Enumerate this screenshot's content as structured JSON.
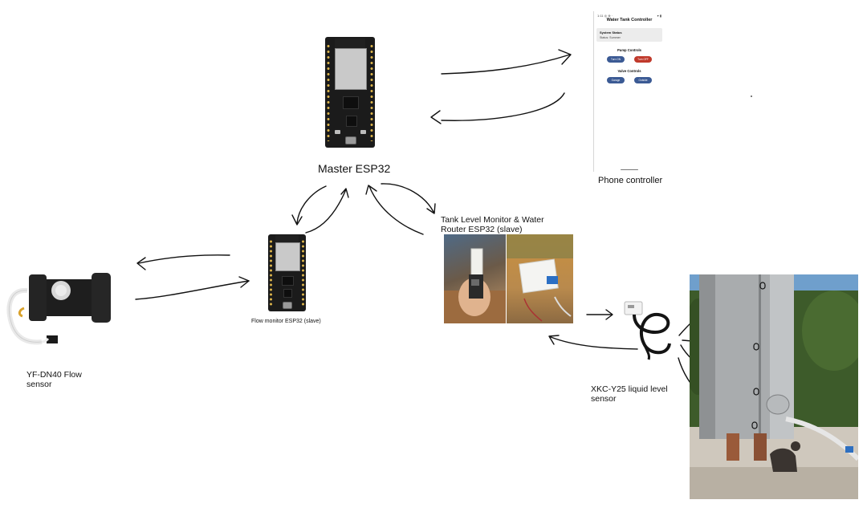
{
  "labels": {
    "master": "Master ESP32",
    "phone": "Phone controller",
    "tank_monitor_line1": "Tank Level Monitor & Water",
    "tank_monitor_line2": "Router ESP32 (slave)",
    "flow_monitor": "Flow monitor ESP32 (slave)",
    "flow_sensor_line1": "YF-DN40 Flow",
    "flow_sensor_line2": "sensor",
    "level_sensor_line1": "XKC-Y25 liquid level",
    "level_sensor_line2": "sensor"
  },
  "phone": {
    "status_left": "1:11 ◎ ⊕ ·",
    "status_right": "▾ ▮",
    "title": "Water Tank Controller",
    "system_status": "System Status",
    "status_line": "Status: Summer",
    "pump_controls": "Pump Controls",
    "turn_on": "Turn ON",
    "turn_off": "Turn OFF",
    "valve_controls": "Valve Controls",
    "valve_open": "Garage",
    "valve_close": "Outside"
  },
  "colors": {
    "arrow": "#111111",
    "pcb": "#1b1b1b",
    "btn_blue": "#3b5a94",
    "btn_red": "#c0392b",
    "tank_steel": "#a9acae",
    "foliage": "#3d5b2a",
    "sky": "#6f9fcc"
  }
}
